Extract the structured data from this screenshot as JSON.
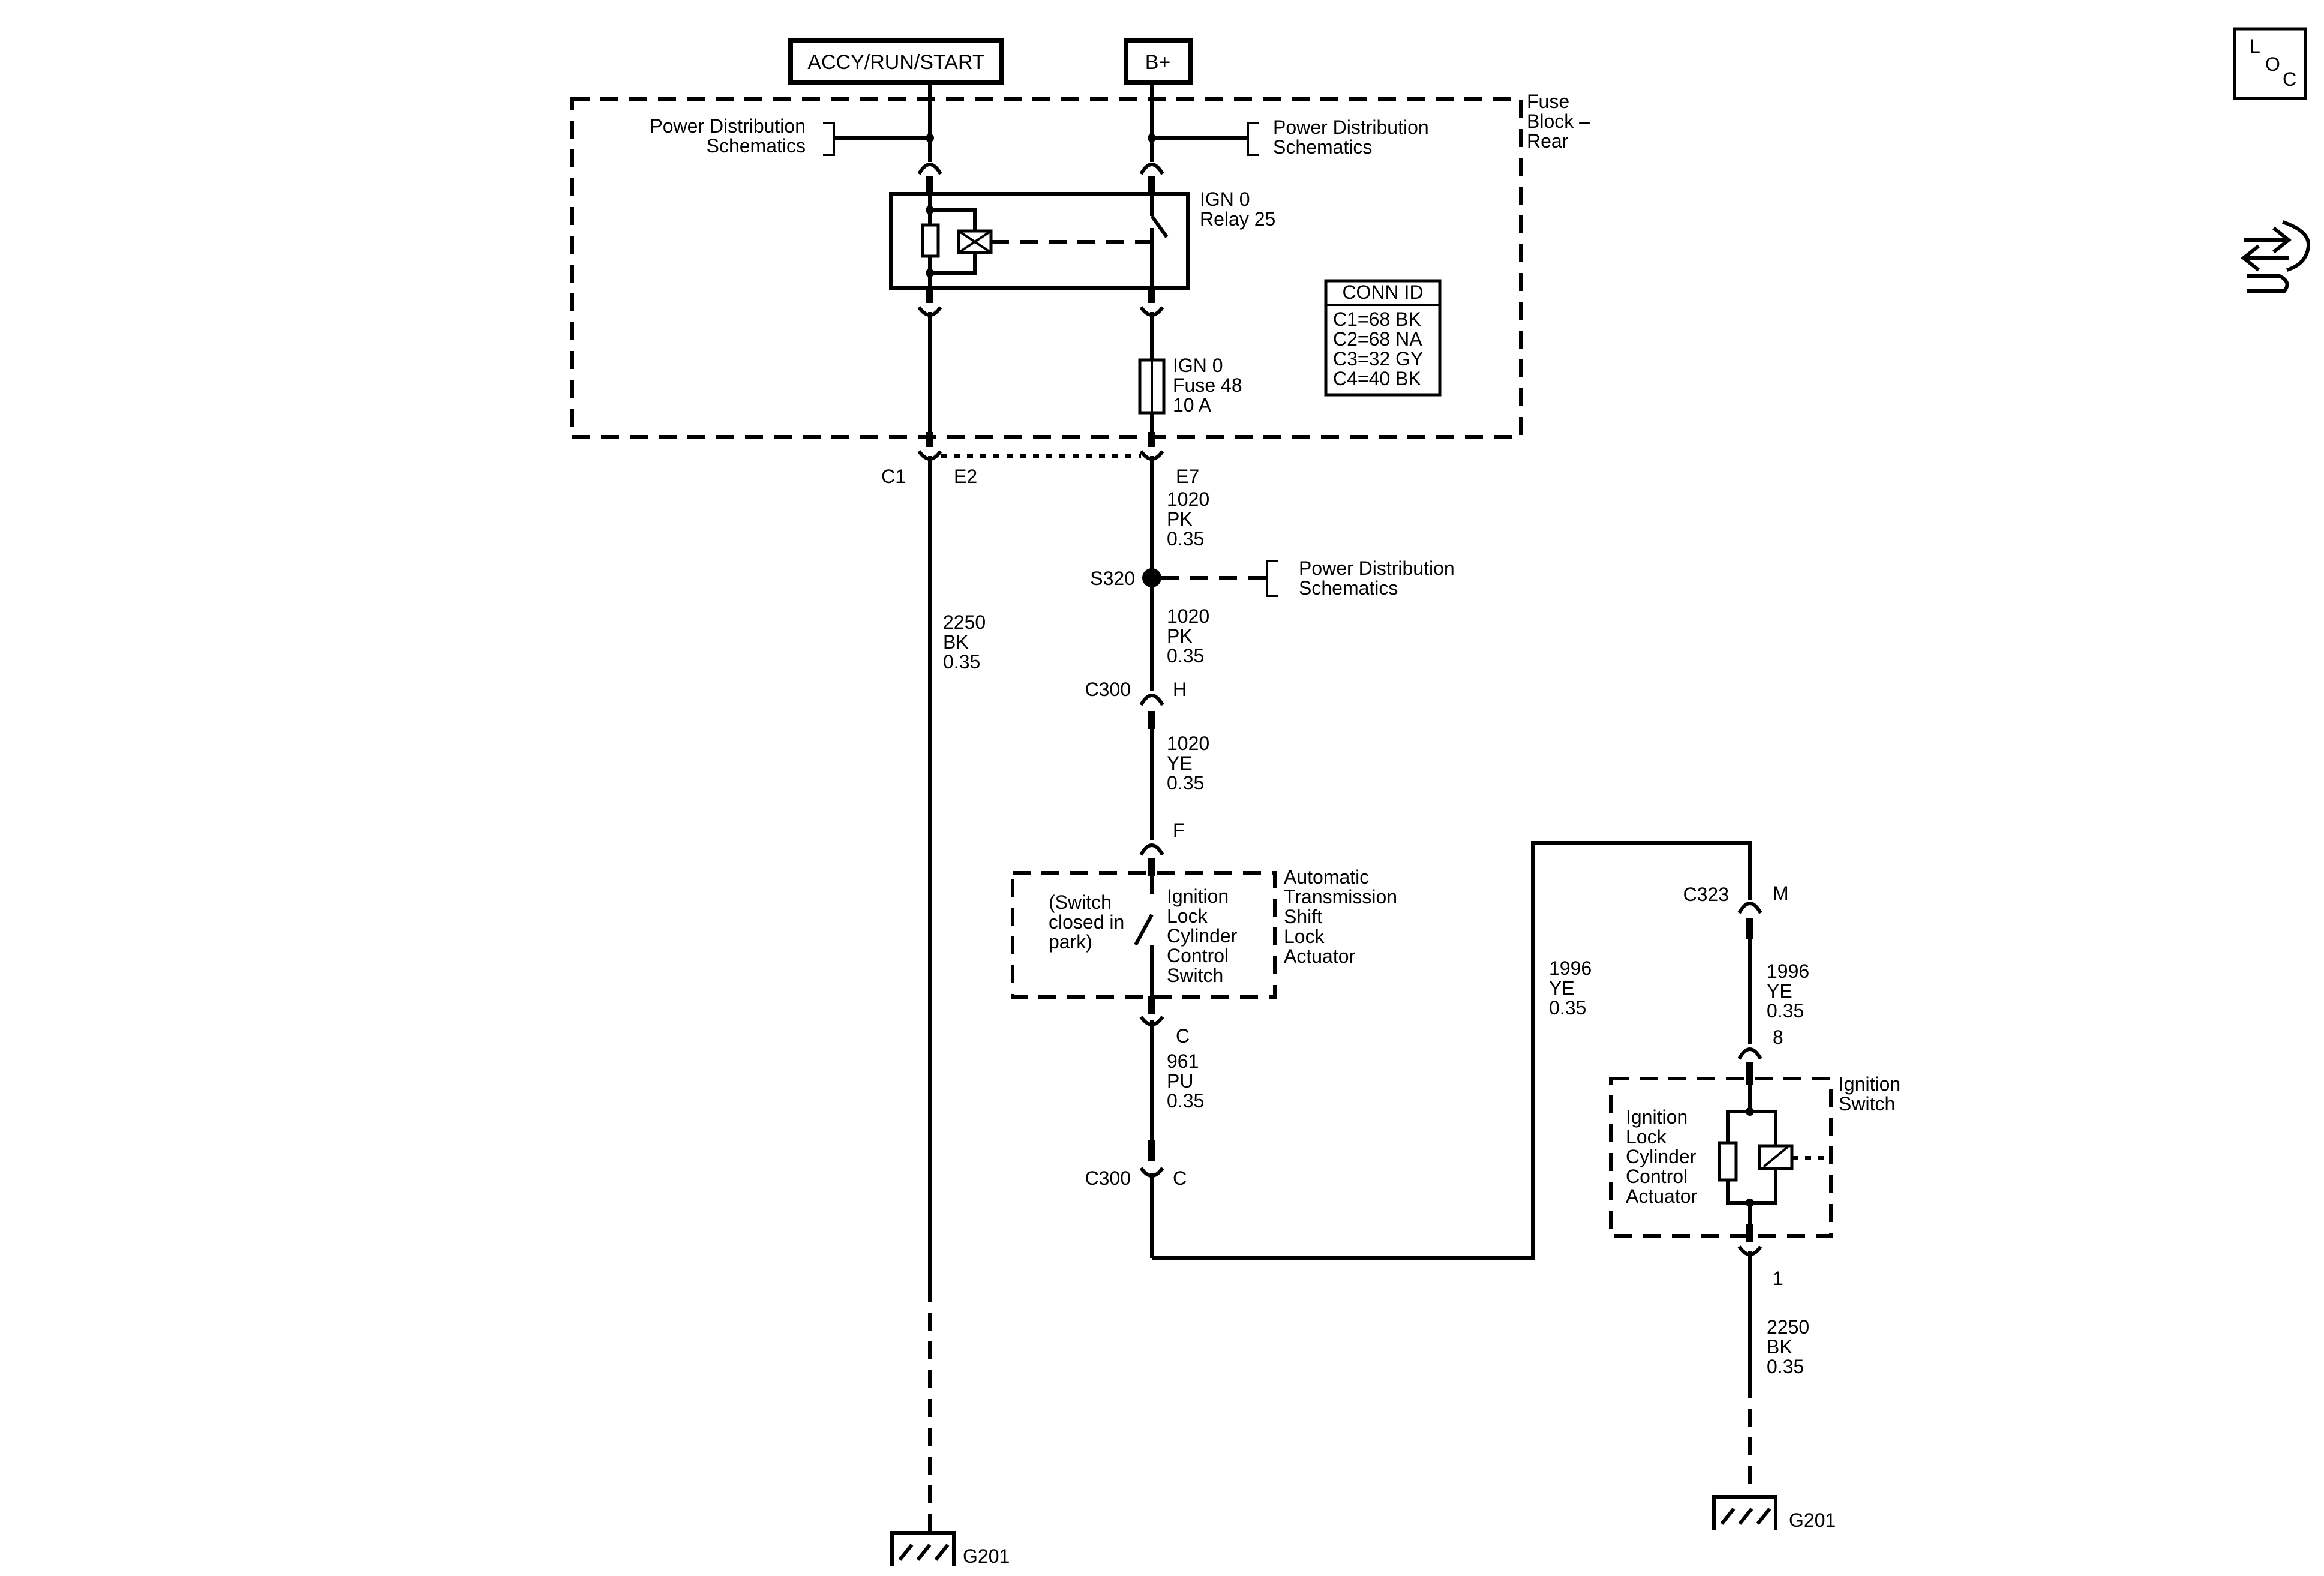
{
  "sources": {
    "accy": "ACCY/RUN/START",
    "bplus": "B+"
  },
  "loc_icon": {
    "l": "L",
    "o": "O",
    "c": "C"
  },
  "fuse_block": {
    "l1": "Fuse",
    "l2": "Block –",
    "l3": "Rear"
  },
  "pds_left": {
    "l1": "Power Distribution",
    "l2": "Schematics"
  },
  "pds_right": {
    "l1": "Power Distribution",
    "l2": "Schematics"
  },
  "pds_splice": {
    "l1": "Power Distribution",
    "l2": "Schematics"
  },
  "relay": {
    "l1": "IGN 0",
    "l2": "Relay 25"
  },
  "fuse": {
    "l1": "IGN 0",
    "l2": "Fuse 48",
    "l3": "10 A"
  },
  "conn_table": {
    "header": "CONN ID",
    "rows": [
      "C1=68 BK",
      "C2=68 NA",
      "C3=32 GY",
      "C4=40 BK"
    ]
  },
  "pins": {
    "c1": "C1",
    "e2": "E2",
    "e7": "E7",
    "s320": "S320",
    "c300_top": "C300",
    "h": "H",
    "f": "F",
    "c_lower": "C",
    "c300_bot": "C300",
    "c_bot": "C",
    "c323": "C323",
    "m": "M",
    "pin8": "8",
    "pin1": "1"
  },
  "wires": {
    "w1": [
      "1020",
      "PK",
      "0.35"
    ],
    "w2": [
      "1020",
      "PK",
      "0.35"
    ],
    "w3": [
      "1020",
      "YE",
      "0.35"
    ],
    "w4": [
      "961",
      "PU",
      "0.35"
    ],
    "w5": [
      "2250",
      "BK",
      "0.35"
    ],
    "w6": [
      "1996",
      "YE",
      "0.35"
    ],
    "w7": [
      "1996",
      "YE",
      "0.35"
    ],
    "w8": [
      "2250",
      "BK",
      "0.35"
    ]
  },
  "shift_lock": {
    "note": [
      "(Switch",
      "closed in",
      "park)"
    ],
    "switch": [
      "Ignition",
      "Lock",
      "Cylinder",
      "Control",
      "Switch"
    ],
    "title": [
      "Automatic",
      "Transmission",
      "Shift",
      "Lock",
      "Actuator"
    ]
  },
  "ign_switch": {
    "title": [
      "Ignition",
      "Switch"
    ],
    "actuator": [
      "Ignition",
      "Lock",
      "Cylinder",
      "Control",
      "Actuator"
    ]
  },
  "grounds": {
    "left": "G201",
    "right": "G201"
  }
}
